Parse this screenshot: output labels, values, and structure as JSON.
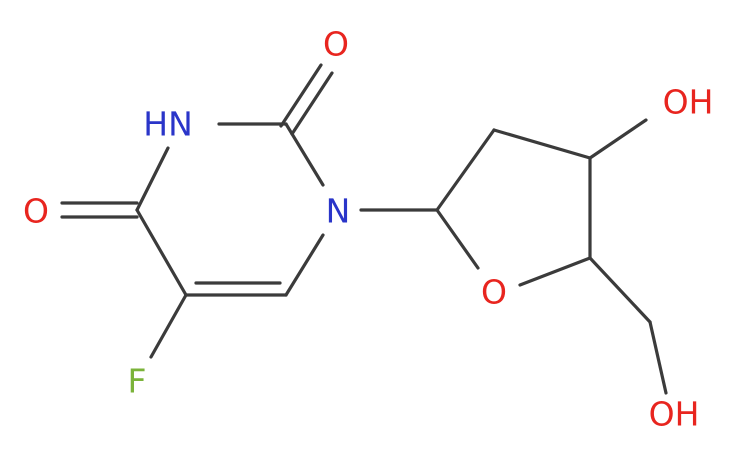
{
  "molecule": {
    "atoms": {
      "o2": "O",
      "nh3": "HN",
      "o4": "O",
      "n1": "N",
      "f5": "F",
      "o_ring": "O",
      "oh3": "OH",
      "oh5": "OH"
    },
    "colors": {
      "bond": "#3b3b3b",
      "oxygen": "#e8251f",
      "nitrogen": "#2a35c9",
      "fluorine": "#7bb33a"
    }
  }
}
